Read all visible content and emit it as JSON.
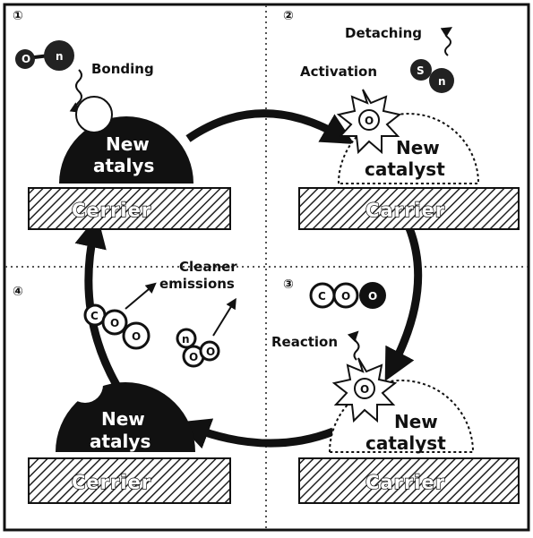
{
  "steps": [
    {
      "number": "①",
      "label": "Bonding",
      "catalyst": [
        "New",
        "atalys"
      ],
      "carrier": "Cerrier"
    },
    {
      "number": "②",
      "label1": "Activation",
      "label2": "Detaching",
      "catalyst": [
        "New",
        "catalyst"
      ],
      "carrier": "Carrier",
      "activated": "O"
    },
    {
      "number": "③",
      "label": "Reaction",
      "catalyst": [
        "New",
        "catalyst"
      ],
      "carrier": "Carrier",
      "activated": "O"
    },
    {
      "number": "④",
      "label": [
        "Cleaner",
        "emissions"
      ],
      "catalyst": [
        "New",
        "atalys"
      ],
      "carrier": "Cerrier"
    }
  ],
  "molecules": {
    "step1": [
      "O",
      "n"
    ],
    "step2": [
      "S",
      "n"
    ],
    "step3": [
      "C",
      "O",
      "O"
    ],
    "step4_a": [
      "C",
      "O",
      "O"
    ],
    "step4_b": [
      "n",
      "O",
      "O"
    ]
  },
  "colors": {
    "ink": "#111111",
    "paper": "#ffffff",
    "divider": "#555555"
  }
}
